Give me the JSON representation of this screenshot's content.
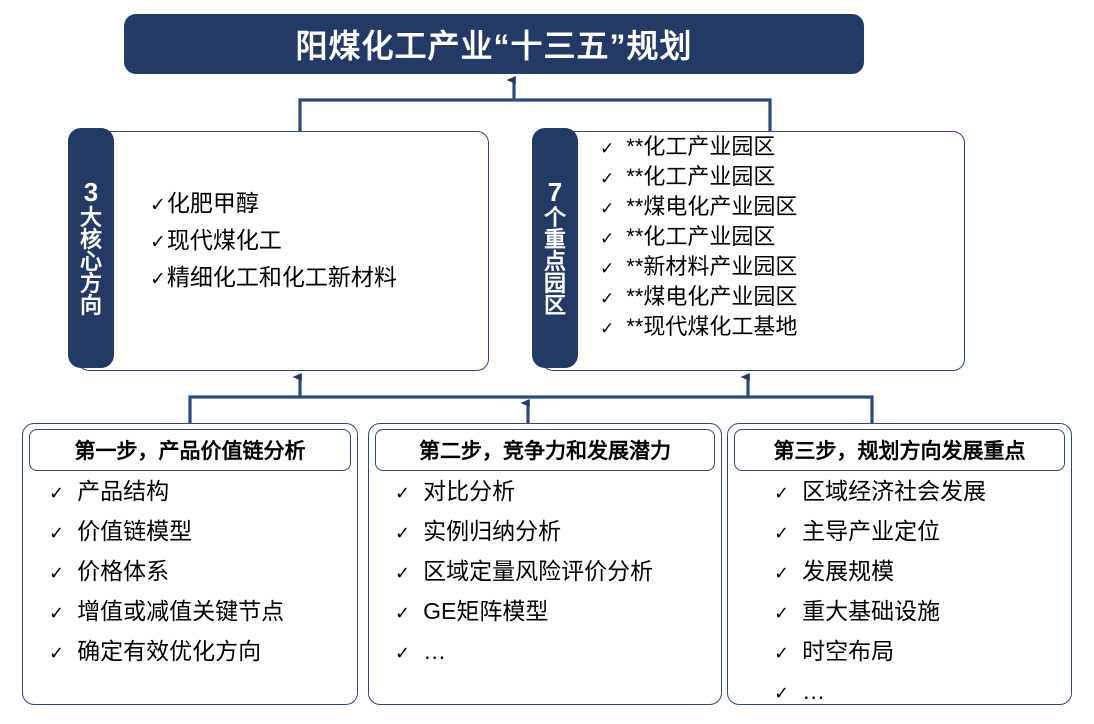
{
  "title": {
    "text": "阳煤化工产业“十三五”规划"
  },
  "colors": {
    "navy": "#233A66",
    "border": "#2E4A7D",
    "background": "#FFFFFF",
    "text": "#000000",
    "title_text": "#FFFFFF"
  },
  "icons": {
    "check": "✓",
    "arrow_up": "arrow-up-icon"
  },
  "core_directions": {
    "tab_number": "3",
    "tab_label_chars": [
      "大",
      "核",
      "心",
      "方",
      "向"
    ],
    "tab_label": "3大核心方向",
    "items": [
      "化肥甲醇",
      "现代煤化工",
      "精细化工和化工新材料"
    ]
  },
  "key_parks": {
    "tab_number": "7",
    "tab_label_chars": [
      "个",
      "重",
      "点",
      "园",
      "区"
    ],
    "tab_label": "7个重点园区",
    "items": [
      "**化工产业园区",
      "**化工产业园区",
      "**煤电化产业园区",
      "**化工产业园区",
      "**新材料产业园区",
      "**煤电化产业园区",
      "**现代煤化工基地"
    ]
  },
  "steps": [
    {
      "header": "第一步，产品价值链分析",
      "items": [
        "产品结构",
        "价值链模型",
        "价格体系",
        "增值或减值关键节点",
        "确定有效优化方向"
      ]
    },
    {
      "header": "第二步，竞争力和发展潜力",
      "items": [
        "对比分析",
        "实例归纳分析",
        "区域定量风险评价分析",
        "GE矩阵模型",
        "…"
      ]
    },
    {
      "header": "第三步，规划方向发展重点",
      "items": [
        "区域经济社会发展",
        "主导产业定位",
        "发展规模",
        "重大基础设施",
        "时空布局",
        "…"
      ]
    }
  ]
}
